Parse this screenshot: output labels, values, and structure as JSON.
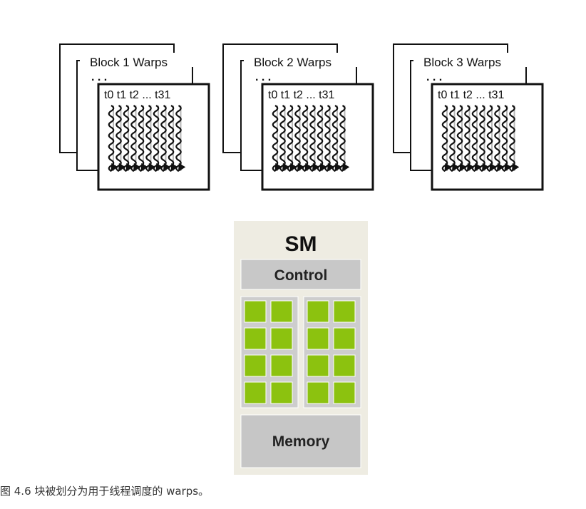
{
  "blocks": [
    {
      "title": "Block 1 Warps",
      "dots": ". . .",
      "threads": "t0 t1 t2 ... t31"
    },
    {
      "title": "Block 2 Warps",
      "dots": ". . .",
      "threads": "t0 t1 t2 ... t31"
    },
    {
      "title": "Block 3 Warps",
      "dots": ". . .",
      "threads": "t0 t1 t2 ... t31"
    }
  ],
  "sm": {
    "title": "SM",
    "control_label": "Control",
    "memory_label": "Memory",
    "core_groups": 2,
    "cores_per_group": {
      "columns": 2,
      "rows": 4
    }
  },
  "caption": "图 4.6 块被划分为用于线程调度的 warps。",
  "colors": {
    "outline": "#111111",
    "sm_background": "#eeece2",
    "control_fill": "#c8c8c8",
    "memory_fill": "#c6c6c6",
    "core_group_fill": "#cdcdcd",
    "core": "#8cc20f",
    "thread_arrows": "#111111",
    "thread_shadow": "#b8b8b8"
  }
}
